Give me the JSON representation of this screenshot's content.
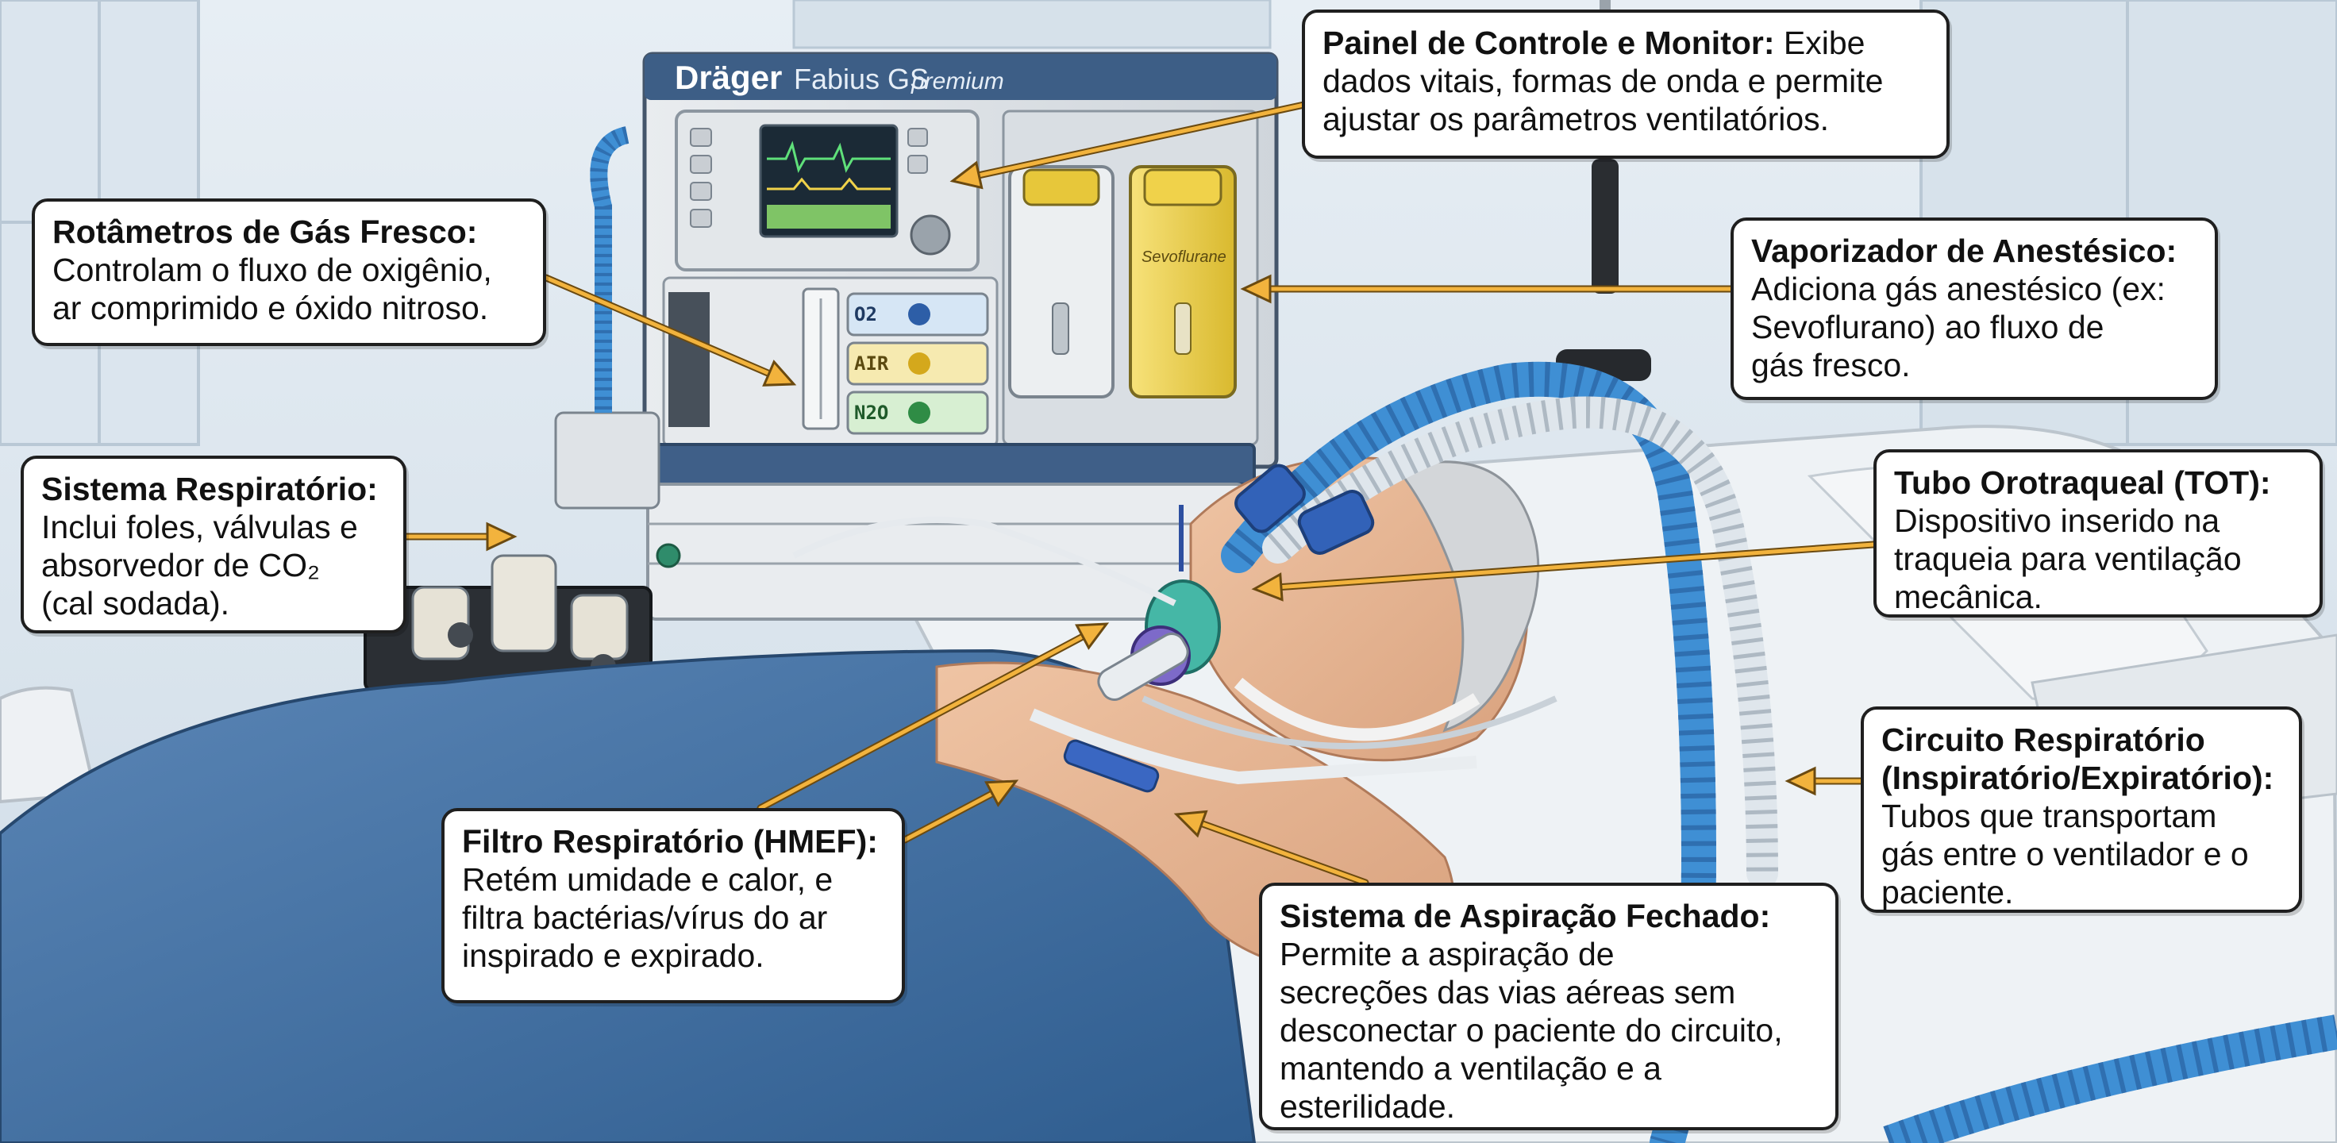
{
  "machine": {
    "brand": "Dräger",
    "model": "Fabius GS",
    "model_suffix": "premium",
    "vaporizer_label": "Sevoflurane",
    "flow_readouts": [
      "O2",
      "AIR",
      "N2O"
    ]
  },
  "callouts": {
    "painel": {
      "title": "Painel de Controle e Monitor:",
      "desc_inline": "Exibe",
      "lines": [
        "dados vitais, formas de onda e permite",
        "ajustar os parâmetros ventilatórios."
      ]
    },
    "rotametros": {
      "title": "Rotâmetros de Gás Fresco:",
      "lines": [
        "Controlam o fluxo de oxigênio,",
        "ar comprimido e óxido nitroso."
      ]
    },
    "vaporizador": {
      "title": "Vaporizador de Anestésico:",
      "lines": [
        "Adiciona gás anestésico (ex:",
        "Sevoflurano) ao fluxo de",
        "gás fresco."
      ]
    },
    "sistema_resp": {
      "title": "Sistema Respiratório:",
      "lines": [
        "Inclui foles, válvulas e",
        "absorvedor de CO₂",
        "(cal sodada)."
      ]
    },
    "tot": {
      "title": "Tubo Orotraqueal (TOT):",
      "lines": [
        "Dispositivo inserido na",
        "traqueia para ventilação",
        "mecânica."
      ]
    },
    "circuito": {
      "title_lines": [
        "Circuito Respiratório",
        "(Inspiratório/Expiratório):"
      ],
      "lines": [
        "Tubos que transportam",
        "gás entre o ventilador e o",
        "paciente."
      ]
    },
    "filtro": {
      "title": "Filtro Respiratório (HMEF):",
      "lines": [
        "Retém umidade e calor, e",
        "filtra bactérias/vírus do ar",
        "inspirado e expirado."
      ]
    },
    "aspiracao": {
      "title": "Sistema de Aspiração Fechado:",
      "lines": [
        "Permite a aspiração de",
        "secreções das vias aéreas sem",
        "desconectar o paciente do circuito,",
        "mantendo a ventilação e a",
        "esterilidade."
      ]
    }
  },
  "colors": {
    "arrow": "#f2b33d",
    "tube_blue": "#3f8fd4",
    "machine_frame": "#3d5e86",
    "vaporizer_yellow": "#f1d54a",
    "blanket": "#3b6a9c"
  }
}
